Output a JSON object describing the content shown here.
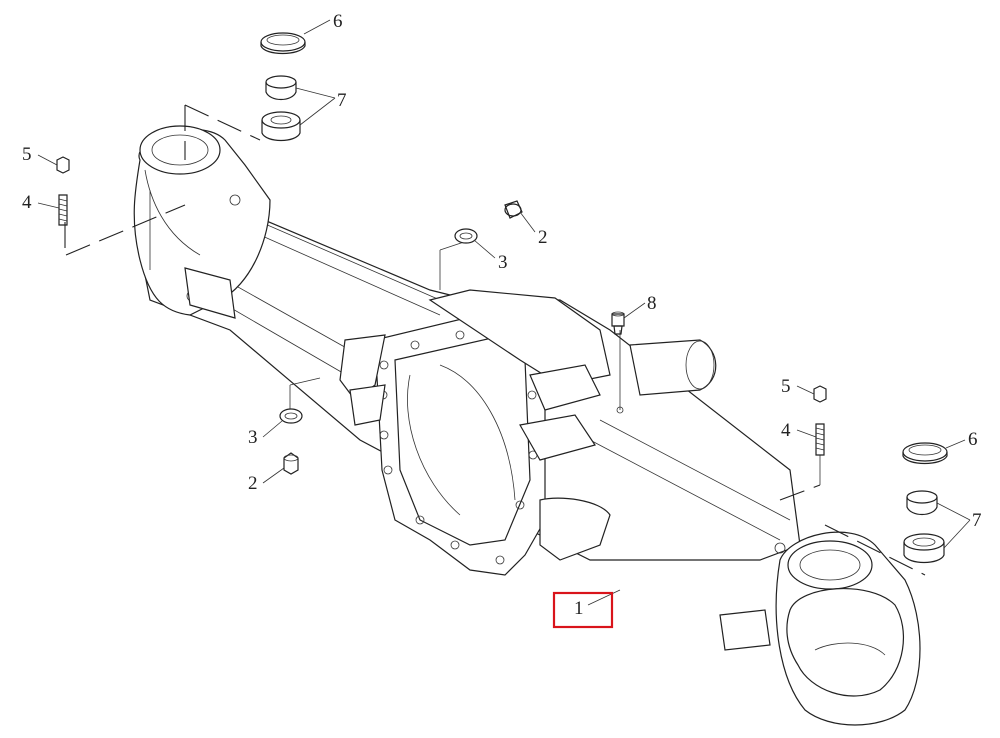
{
  "callouts": {
    "c1": "1",
    "c2_top": "2",
    "c2_left": "2",
    "c3_top": "3",
    "c3_left": "3",
    "c4_left": "4",
    "c4_right": "4",
    "c5_left": "5",
    "c5_right": "5",
    "c6_top": "6",
    "c6_right": "6",
    "c7_top": "7",
    "c7_right": "7",
    "c8": "8"
  },
  "highlight_color": "#d9141b"
}
